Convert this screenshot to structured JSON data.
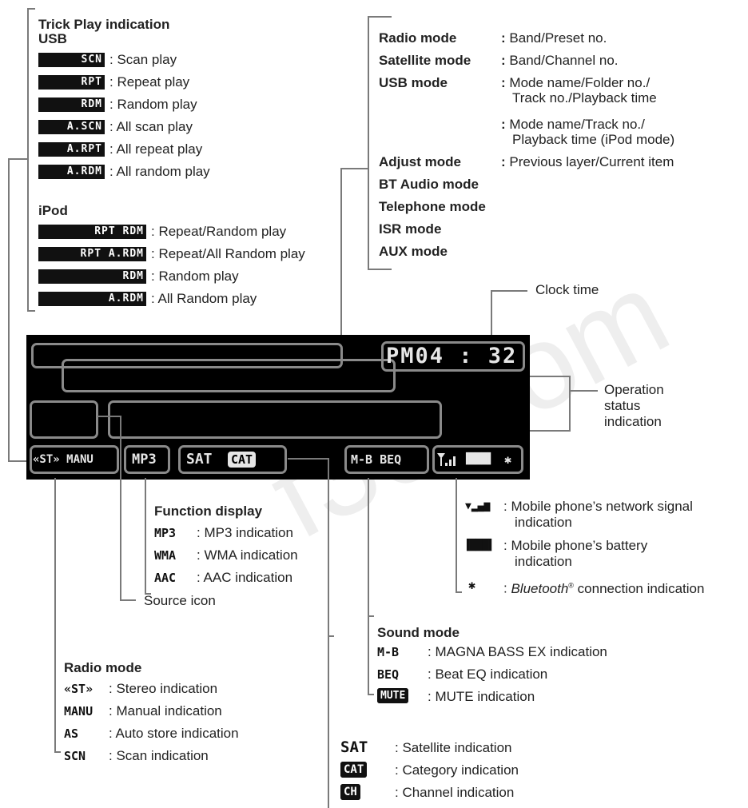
{
  "trick_play": {
    "title": "Trick Play indication",
    "usb_heading": "USB",
    "usb_items": [
      {
        "glyph": "SCN",
        "label": "Scan play"
      },
      {
        "glyph": "RPT",
        "label": "Repeat play"
      },
      {
        "glyph": "RDM",
        "label": "Random play"
      },
      {
        "glyph": "A.SCN",
        "label": "All scan play"
      },
      {
        "glyph": "A.RPT",
        "label": "All repeat play"
      },
      {
        "glyph": "A.RDM",
        "label": "All random play"
      }
    ],
    "ipod_heading": "iPod",
    "ipod_items": [
      {
        "glyph": "RPT  RDM",
        "label": "Repeat/Random play"
      },
      {
        "glyph": "RPT A.RDM",
        "label": "Repeat/All Random play"
      },
      {
        "glyph": "RDM",
        "label": "Random play"
      },
      {
        "glyph": "A.RDM",
        "label": "All Random play"
      }
    ]
  },
  "modes": {
    "rows": [
      {
        "name": "Radio mode",
        "sep": ":",
        "desc": "Band/Preset no."
      },
      {
        "name": "Satellite mode",
        "sep": ":",
        "desc": "Band/Channel no."
      },
      {
        "name": "USB mode",
        "sep": ":",
        "desc": "Mode name/Folder no./"
      },
      {
        "name": "",
        "sep": "",
        "desc": "Track no./Playback time"
      },
      {
        "name": "",
        "sep": ":",
        "desc": "Mode name/Track no./"
      },
      {
        "name": "",
        "sep": "",
        "desc": "Playback time (iPod mode)"
      },
      {
        "name": "Adjust mode",
        "sep": ":",
        "desc": "Previous layer/Current item"
      },
      {
        "name": "BT Audio mode",
        "sep": "",
        "desc": ""
      },
      {
        "name": "Telephone mode",
        "sep": "",
        "desc": ""
      },
      {
        "name": "ISR mode",
        "sep": "",
        "desc": ""
      },
      {
        "name": "AUX mode",
        "sep": "",
        "desc": ""
      }
    ]
  },
  "clock_label": "Clock time",
  "operation_status": [
    "Operation",
    "status",
    "indication"
  ],
  "lcd": {
    "clock": "PM04 : 32",
    "radio_seg": "«ST» MANU",
    "func_seg": "MP3",
    "sat_seg": "SAT",
    "cat_seg": "CAT",
    "sound_seg": "M-B BEQ",
    "battery": "▐███▌",
    "bt": "✱"
  },
  "function_display": {
    "title": "Function display",
    "items": [
      {
        "glyph": "MP3",
        "label": "MP3 indication"
      },
      {
        "glyph": "WMA",
        "label": "WMA indication"
      },
      {
        "glyph": "AAC",
        "label": "AAC indication"
      }
    ]
  },
  "source_icon_label": "Source icon",
  "phone": {
    "items": [
      {
        "glyph": "▼▂▄▆",
        "label": "Mobile phone’s network signal"
      },
      {
        "glyph": "",
        "label": "indication"
      },
      {
        "glyph": "▐███▌",
        "label": "Mobile phone’s battery"
      },
      {
        "glyph": "",
        "label": "indication"
      },
      {
        "glyph": "✱",
        "label": "Bluetooth® connection indication"
      }
    ]
  },
  "sound_mode": {
    "title": "Sound mode",
    "items": [
      {
        "glyph": "M-B",
        "label": "MAGNA BASS EX indication"
      },
      {
        "glyph": "BEQ",
        "label": "Beat EQ indication"
      },
      {
        "glyph": "MUTE",
        "label": "MUTE indication"
      }
    ]
  },
  "radio_mode": {
    "title": "Radio mode",
    "items": [
      {
        "glyph": "«ST»",
        "label": "Stereo indication"
      },
      {
        "glyph": "MANU",
        "label": "Manual indication"
      },
      {
        "glyph": "AS",
        "label": "Auto store indication"
      },
      {
        "glyph": "SCN",
        "label": "Scan indication"
      }
    ]
  },
  "satellite": {
    "items": [
      {
        "glyph": "SAT",
        "label": "Satellite indication"
      },
      {
        "glyph": "CAT",
        "label": "Category indication"
      },
      {
        "glyph": "CH",
        "label": "Channel indication"
      }
    ]
  },
  "watermark": "f30.com"
}
